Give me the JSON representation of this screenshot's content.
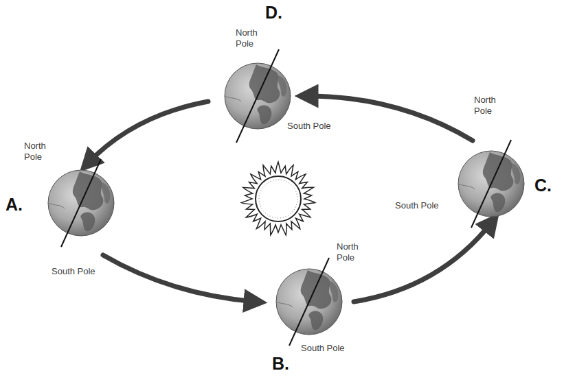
{
  "diagram": {
    "labels": [
      "D.",
      "North Pole",
      "South Pole",
      "North Pole",
      "North Pole",
      "A.",
      "C.",
      "South Pole",
      "North Pole",
      "South Pole",
      "South Pole",
      "B."
    ]
  }
}
